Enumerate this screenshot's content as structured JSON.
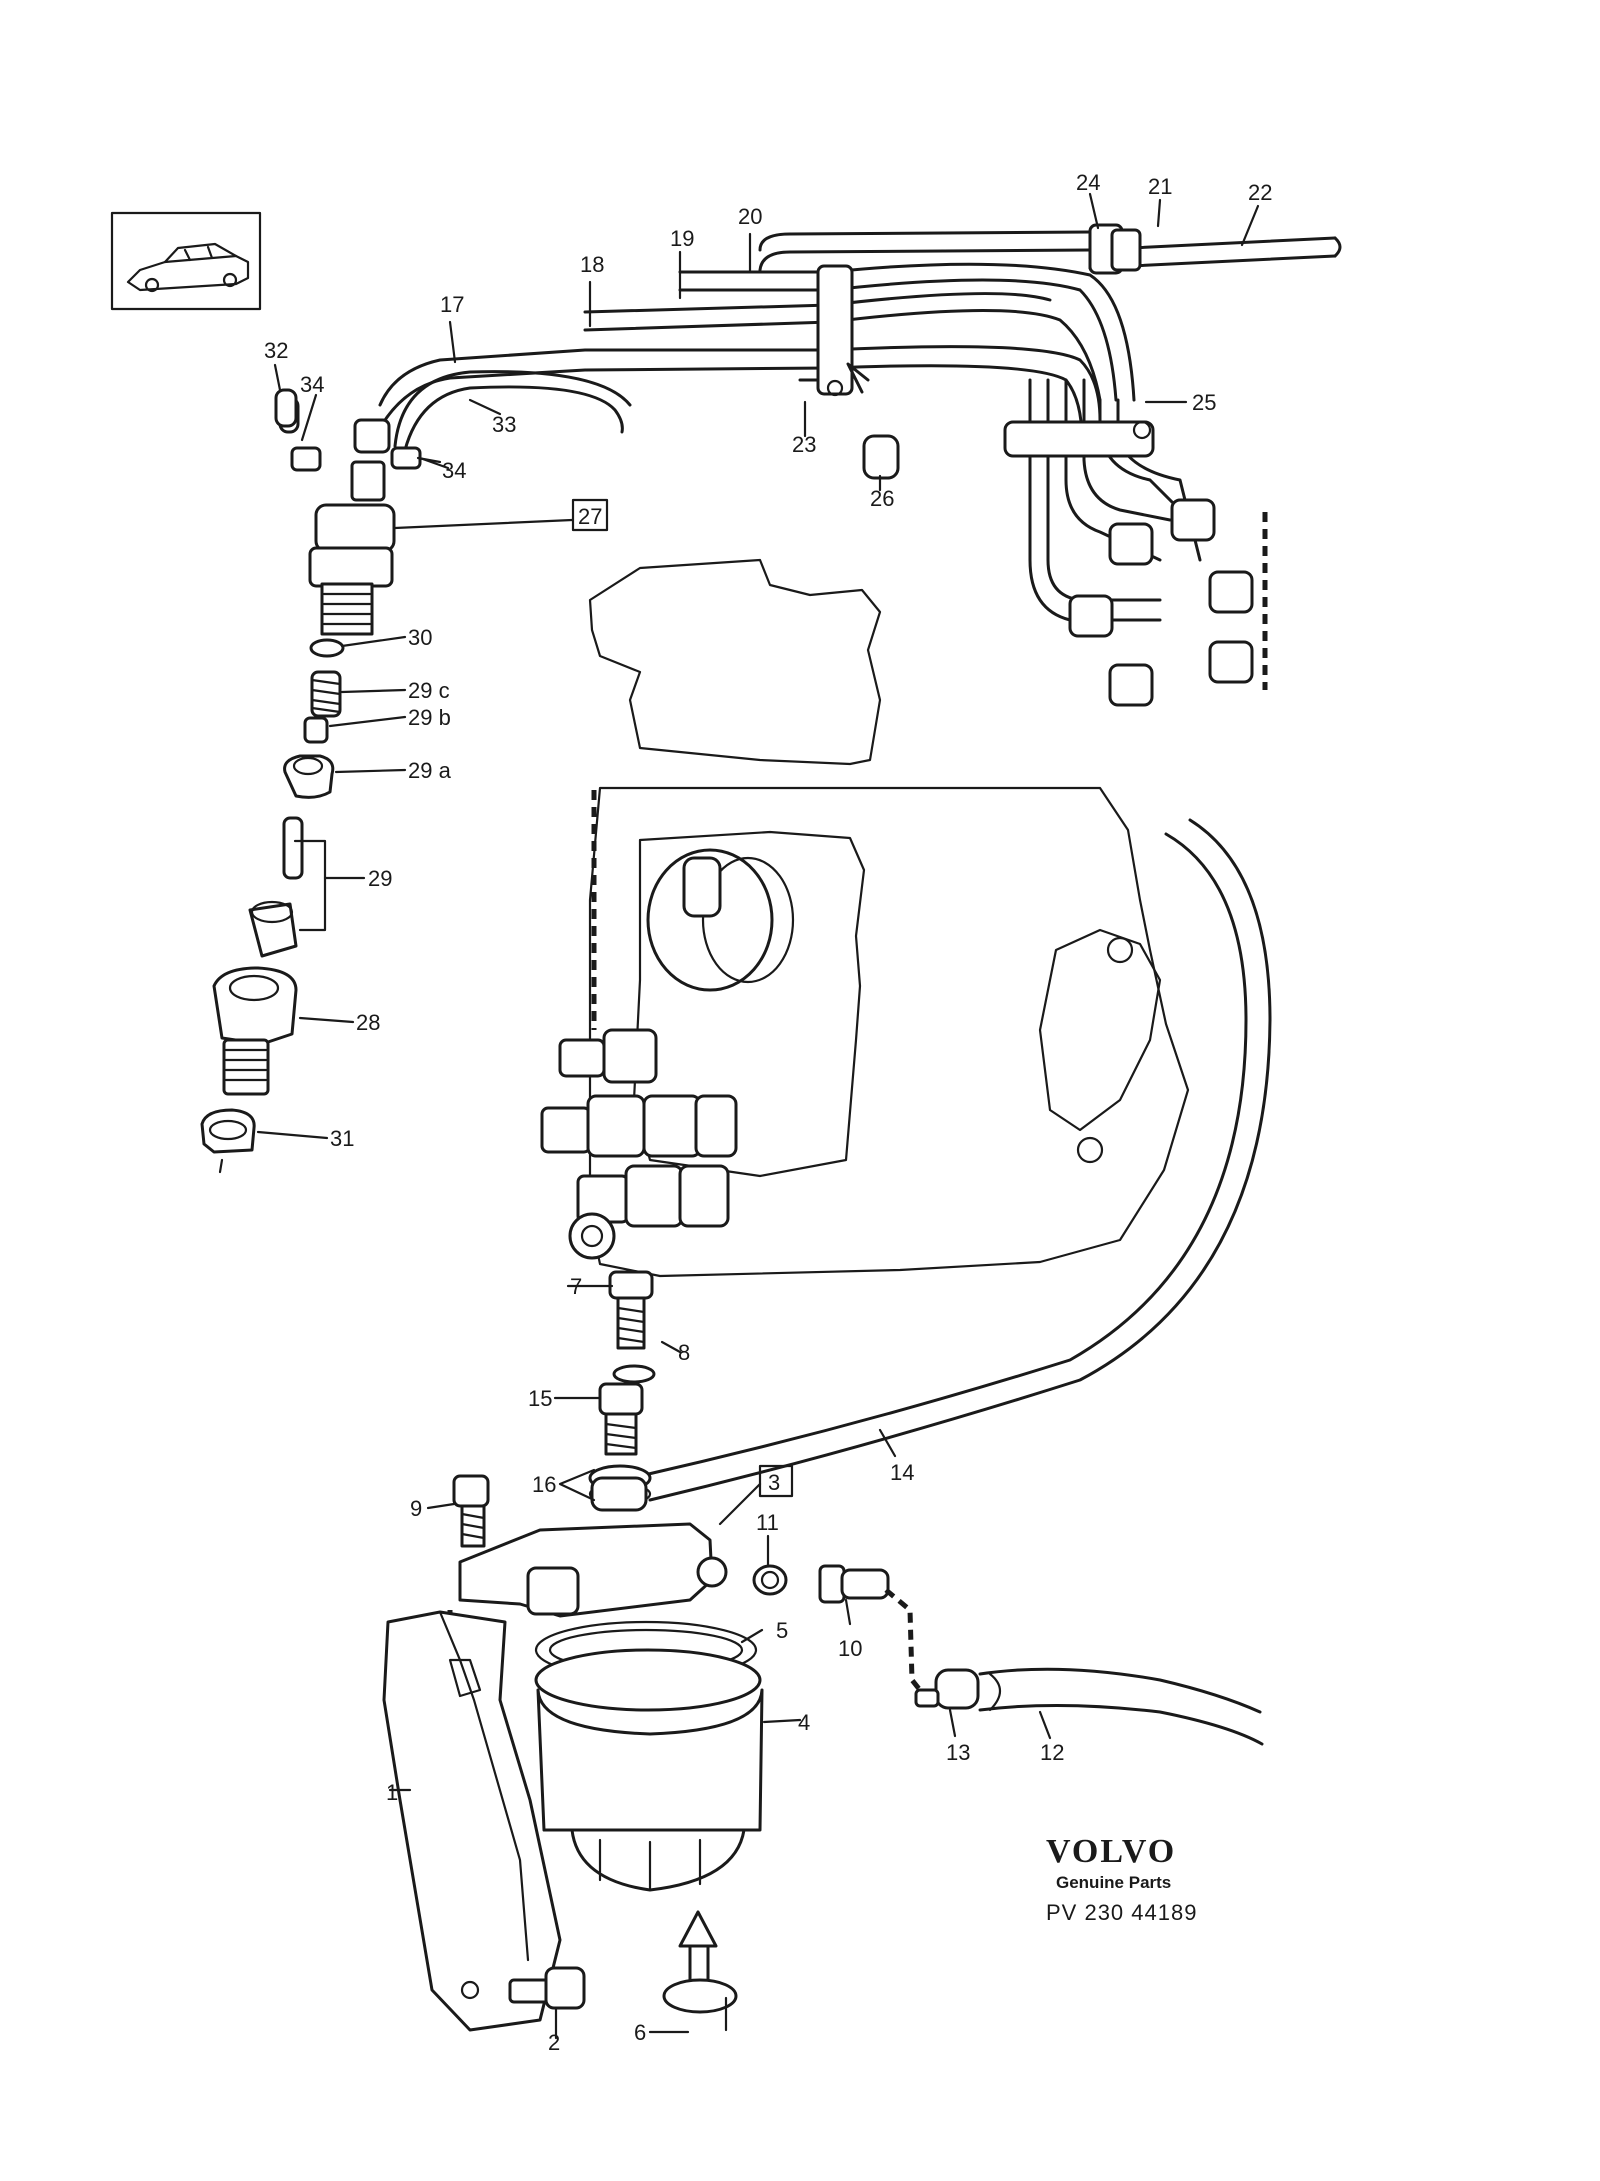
{
  "callouts": [
    {
      "id": "1",
      "text": "1"
    },
    {
      "id": "2",
      "text": "2"
    },
    {
      "id": "3",
      "text": "3",
      "boxed": true
    },
    {
      "id": "4",
      "text": "4"
    },
    {
      "id": "5",
      "text": "5"
    },
    {
      "id": "6",
      "text": "6"
    },
    {
      "id": "7",
      "text": "7"
    },
    {
      "id": "8",
      "text": "8"
    },
    {
      "id": "9",
      "text": "9"
    },
    {
      "id": "10",
      "text": "10"
    },
    {
      "id": "11",
      "text": "11"
    },
    {
      "id": "12",
      "text": "12"
    },
    {
      "id": "13",
      "text": "13"
    },
    {
      "id": "14",
      "text": "14"
    },
    {
      "id": "15",
      "text": "15"
    },
    {
      "id": "16",
      "text": "16"
    },
    {
      "id": "17",
      "text": "17"
    },
    {
      "id": "18",
      "text": "18"
    },
    {
      "id": "19",
      "text": "19"
    },
    {
      "id": "20",
      "text": "20"
    },
    {
      "id": "21",
      "text": "21"
    },
    {
      "id": "22",
      "text": "22"
    },
    {
      "id": "23",
      "text": "23"
    },
    {
      "id": "24",
      "text": "24"
    },
    {
      "id": "25",
      "text": "25"
    },
    {
      "id": "26",
      "text": "26"
    },
    {
      "id": "27",
      "text": "27",
      "boxed": true
    },
    {
      "id": "28",
      "text": "28"
    },
    {
      "id": "29",
      "text": "29"
    },
    {
      "id": "29a",
      "text": "29 a"
    },
    {
      "id": "29b",
      "text": "29 b"
    },
    {
      "id": "29c",
      "text": "29 c"
    },
    {
      "id": "30",
      "text": "30"
    },
    {
      "id": "31",
      "text": "31"
    },
    {
      "id": "32",
      "text": "32"
    },
    {
      "id": "33",
      "text": "33"
    },
    {
      "id": "34a",
      "text": "34"
    },
    {
      "id": "34b",
      "text": "34"
    }
  ],
  "brand": {
    "logo_text": "VOLVO",
    "subtitle": "Genuine Parts",
    "reference": "PV 230  44189"
  },
  "icons": [
    "car-thumbnail-icon"
  ]
}
